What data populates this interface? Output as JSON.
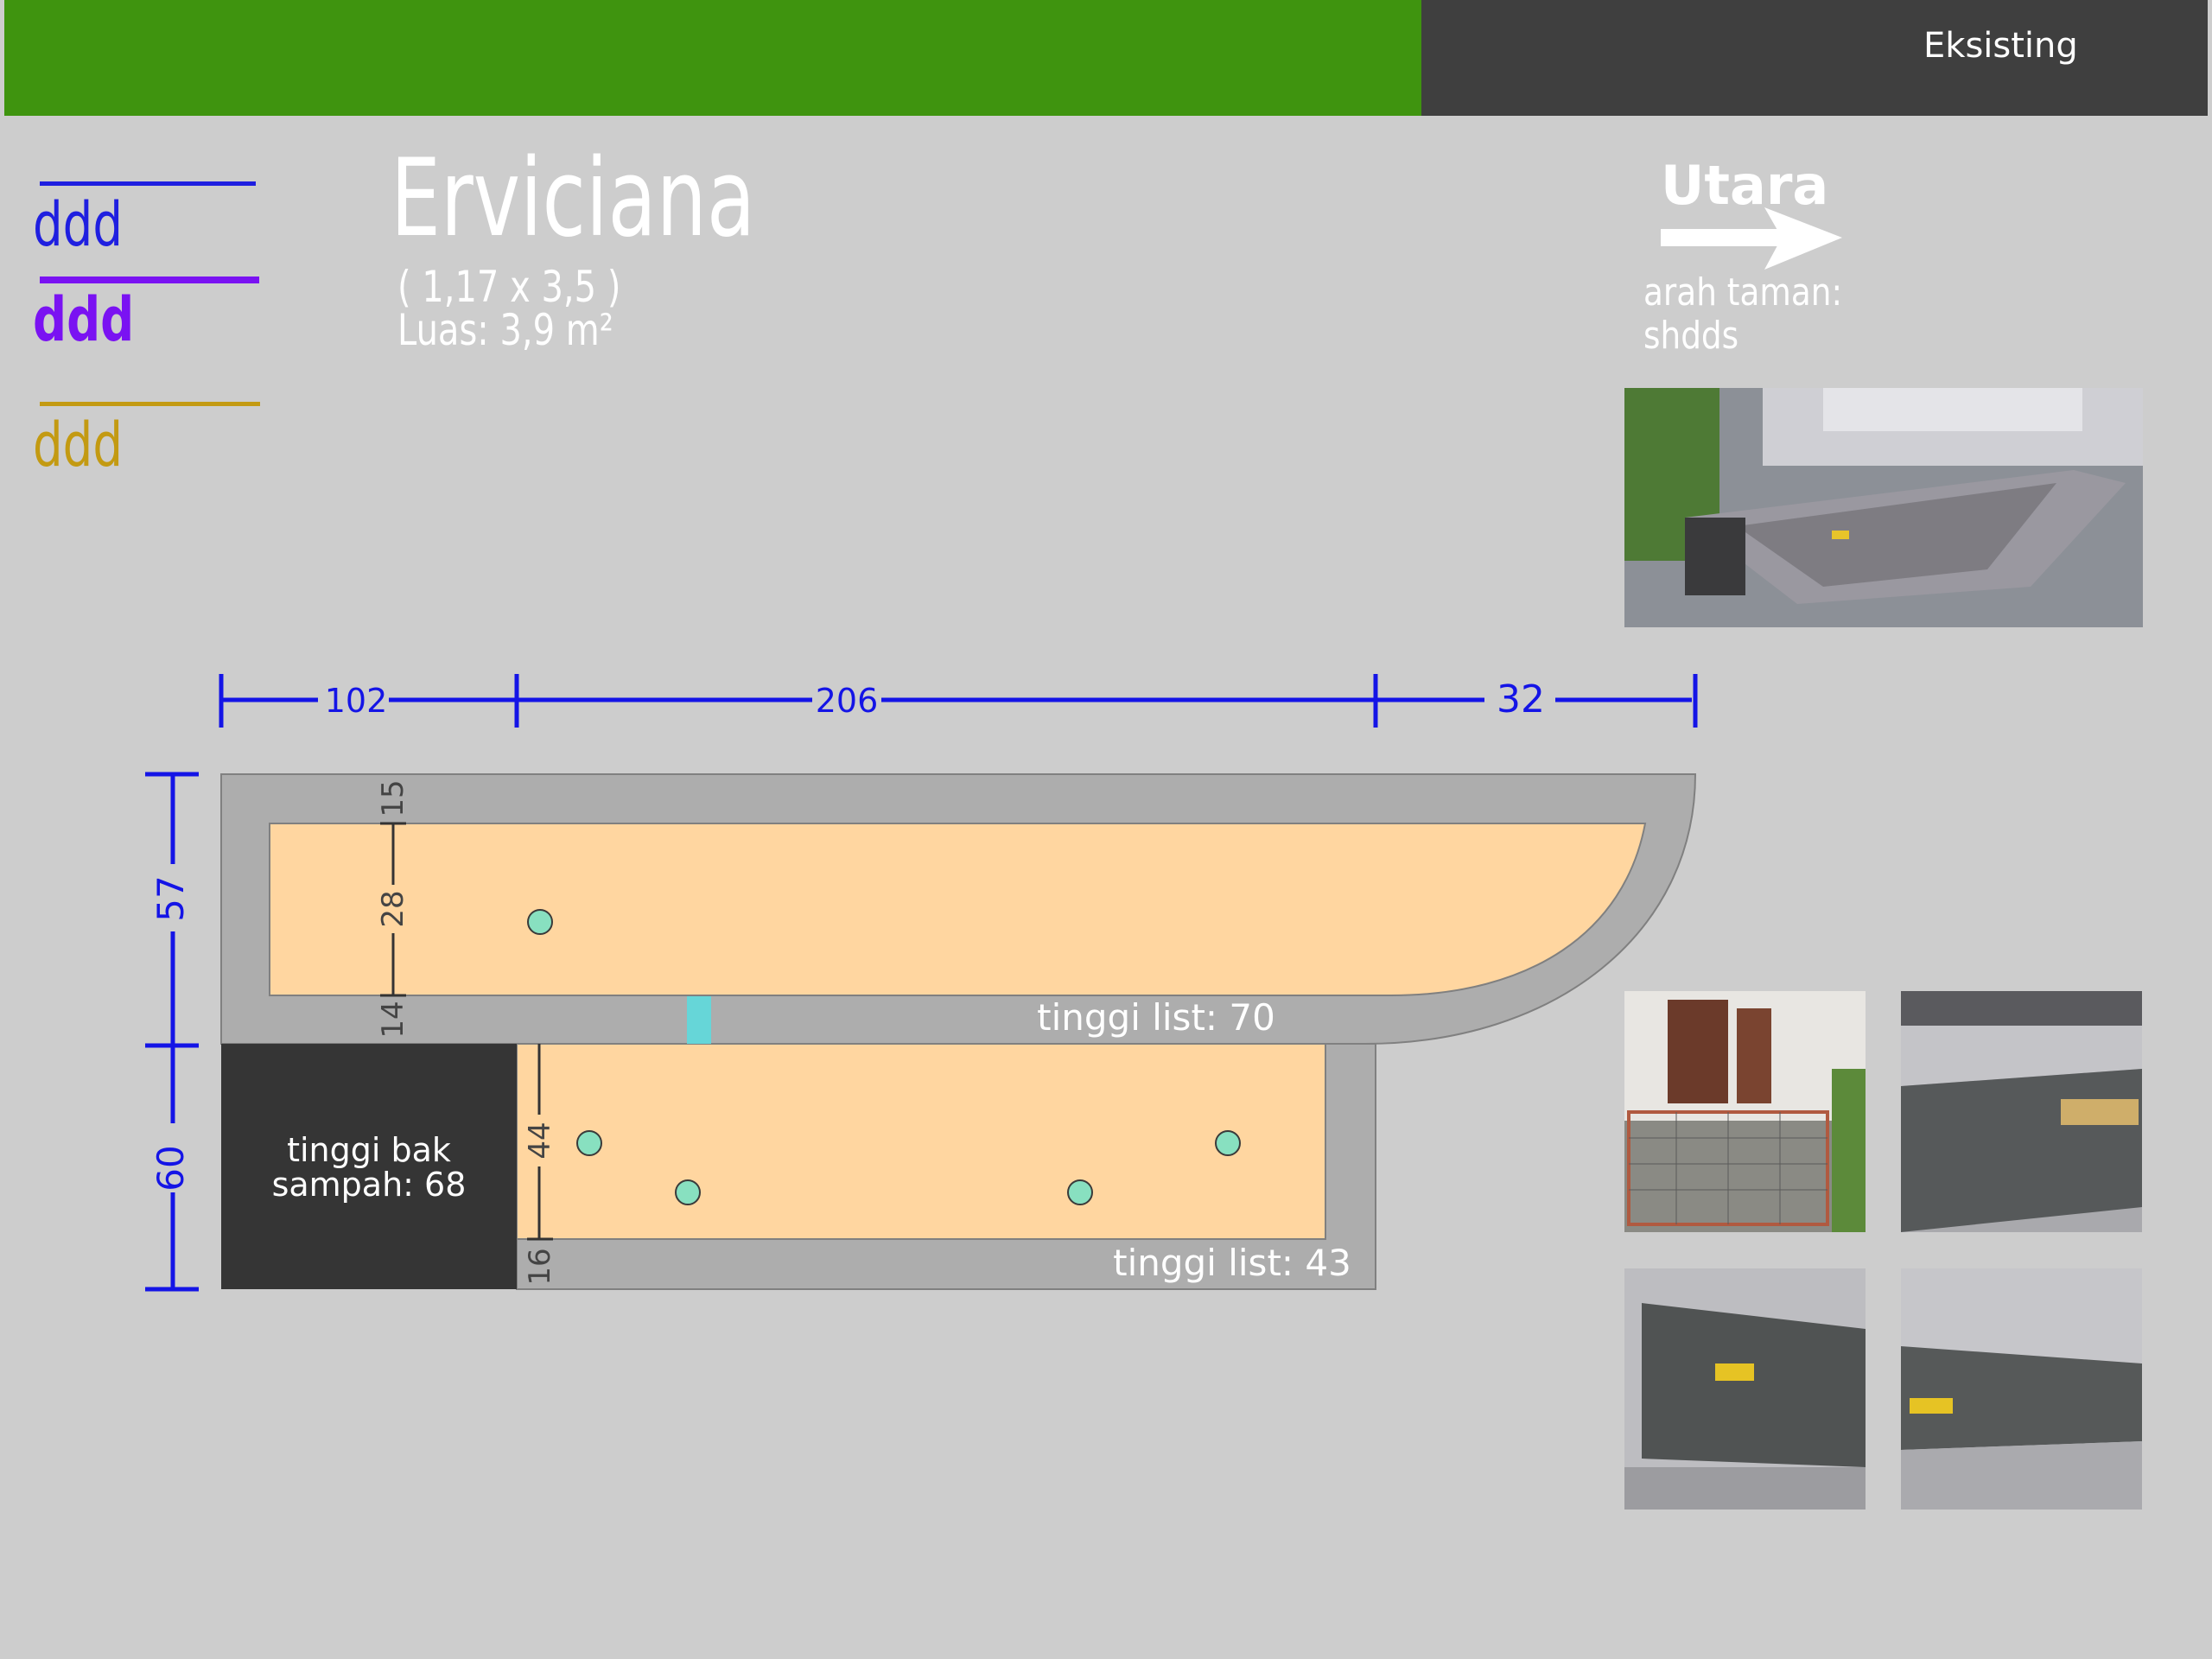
{
  "header": {
    "label": "Eksisting"
  },
  "legend": [
    {
      "text": "ddd",
      "color": "#1f1fe0"
    },
    {
      "text": "ddd",
      "color": "#7a12f2"
    },
    {
      "text": "ddd",
      "color": "#c39a12"
    }
  ],
  "planter": {
    "name": "Erviciana",
    "size": "( 1,17 x 3,5 )",
    "area": "Luas: 3,9 m²"
  },
  "compass": {
    "north_label": "Utara",
    "direction_label": "arah taman:",
    "direction_value": "shdds"
  },
  "dimensions": {
    "width_left": "102",
    "width_middle": "206",
    "width_right": "32",
    "height_top": "57",
    "height_bottom": "60",
    "wall_top": "15",
    "inner_top": "28",
    "wall_mid": "14",
    "inner_bottom": "44",
    "wall_bottom": "16"
  },
  "annotations": {
    "top_rim_height": "tinggi list: 70",
    "bottom_rim_height": "tinggi list: 43",
    "bin_height_line1": "tinggi bak",
    "bin_height_line2": "sampah: 68"
  },
  "colors": {
    "header_green": "#3f940f",
    "header_dark": "#3f3f3f",
    "dimension_blue": "#1414e6",
    "soil": "#ffd6a0",
    "wall": "#adadad",
    "trash_bin": "#353535",
    "plant_point": "#88e0c0",
    "drain": "#66d6d8"
  },
  "photos": [
    {
      "name": "photo-planter-overview",
      "icon": "planter-photo"
    },
    {
      "name": "photo-house-gate",
      "icon": "house-photo"
    },
    {
      "name": "photo-planter-soil-1",
      "icon": "soil-photo"
    },
    {
      "name": "photo-planter-soil-2",
      "icon": "soil-photo"
    },
    {
      "name": "photo-planter-soil-3",
      "icon": "soil-photo"
    }
  ]
}
